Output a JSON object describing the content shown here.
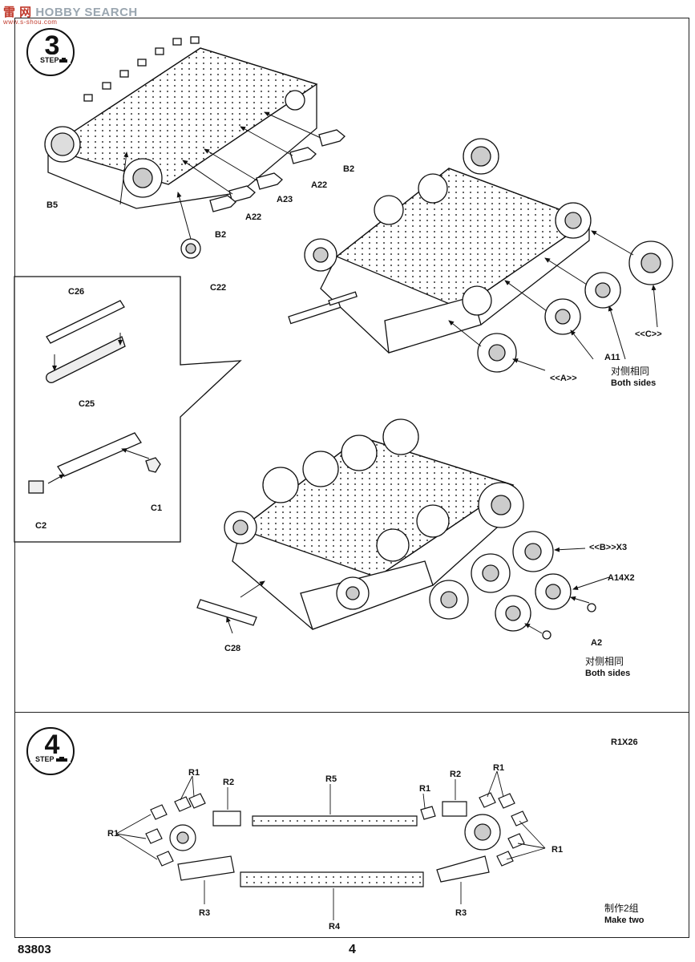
{
  "watermark": {
    "brand": "HOBBY SEARCH",
    "mark": "雷 网",
    "sub": "www.s-shou.com"
  },
  "footer": {
    "code": "83803",
    "page": "4"
  },
  "step3": {
    "step_word": "STEP",
    "number": "3",
    "labels": {
      "b5": "B5",
      "b2a": "B2",
      "b2b": "B2",
      "a22a": "A22",
      "a22b": "A22",
      "a23": "A23",
      "c22": "C22",
      "c26": "C26",
      "c25": "C25",
      "c1": "C1",
      "c2": "C2",
      "a11": "A11",
      "a_ref": "<<A>>",
      "c_ref": "<<C>>",
      "b_x3": "<<B>>X3",
      "a14x2": "A14X2",
      "a2": "A2",
      "c28": "C28"
    },
    "notes": [
      {
        "cn": "对侧相同",
        "en": "Both sides"
      },
      {
        "cn": "对侧相同",
        "en": "Both sides"
      }
    ]
  },
  "step4": {
    "step_word": "STEP",
    "number": "4",
    "count": "R1X26",
    "labels": {
      "r1a": "R1",
      "r1b": "R1",
      "r1c": "R1",
      "r1d": "R1",
      "r1e": "R1",
      "r2a": "R2",
      "r2b": "R2",
      "r3a": "R3",
      "r3b": "R3",
      "r4": "R4",
      "r5": "R5"
    },
    "note": {
      "cn": "制作2组",
      "en": "Make two"
    }
  }
}
